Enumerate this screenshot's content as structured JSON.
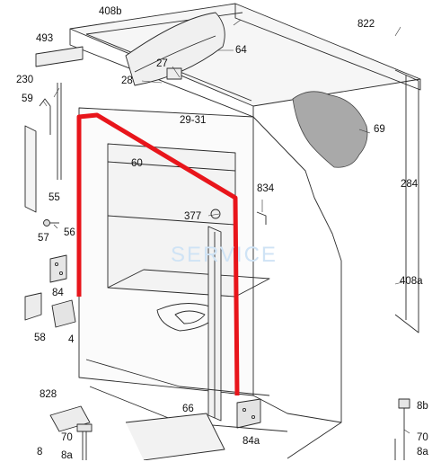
{
  "diagram": {
    "part_labels": {
      "p408b": "408b",
      "p822": "822",
      "p493": "493",
      "p64": "64",
      "p27": "27",
      "p230": "230",
      "p28": "28",
      "p59": "59",
      "p2931": "29-31",
      "p69": "69",
      "p60": "60",
      "p284": "284",
      "p834": "834",
      "p55": "55",
      "p377": "377",
      "p57": "57",
      "p56": "56",
      "p408a": "408a",
      "p84": "84",
      "p58": "58",
      "p4": "4",
      "p828": "828",
      "p66": "66",
      "p8b": "8b",
      "p84a": "84a",
      "p70l": "70",
      "p70r": "70",
      "p8": "8",
      "p8a_l": "8a",
      "p8a_r": "8a"
    },
    "highlight_color": "#e8151b",
    "watermark": "SERVICE"
  }
}
